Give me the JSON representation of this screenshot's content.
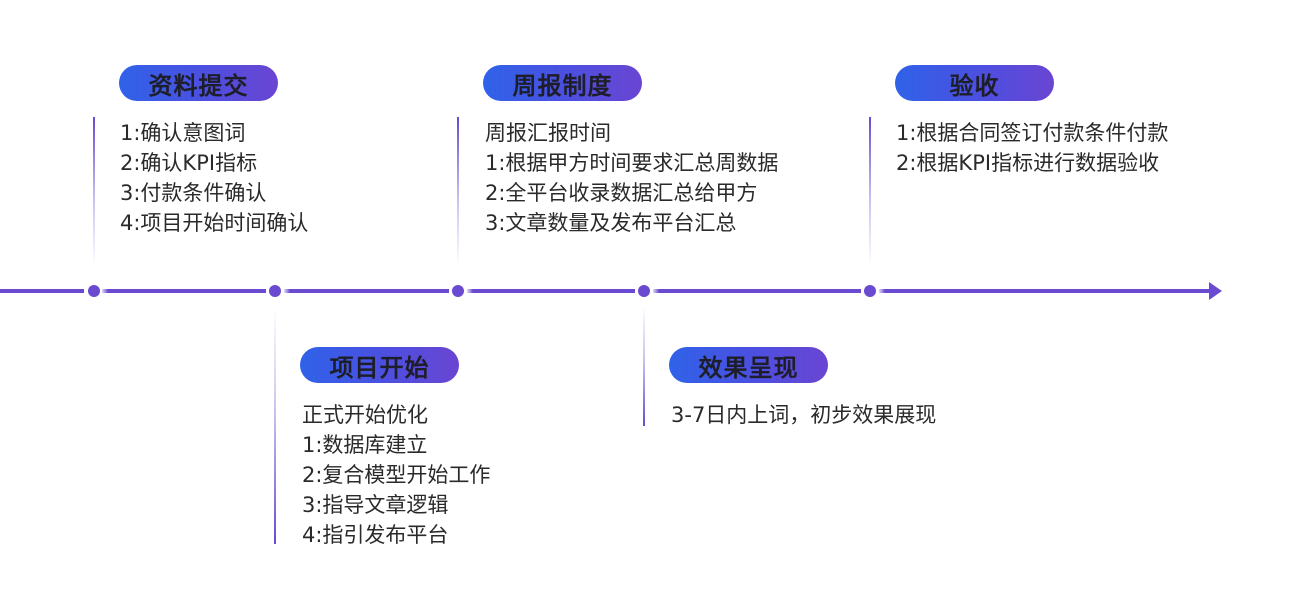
{
  "diagram": {
    "type": "timeline",
    "accent_color": "#6a4ad0",
    "pill_gradient": [
      "#2f62e8",
      "#6a45d2"
    ],
    "stages": [
      {
        "title": "资料提交",
        "position": "above",
        "lines": [
          "1:确认意图词",
          "2:确认KPI指标",
          "3:付款条件确认",
          "4:项目开始时间确认"
        ]
      },
      {
        "title": "项目开始",
        "position": "below",
        "lines": [
          "正式开始优化",
          "1:数据库建立",
          "2:复合模型开始工作",
          "3:指导文章逻辑",
          "4:指引发布平台"
        ]
      },
      {
        "title": "周报制度",
        "position": "above",
        "lines": [
          "周报汇报时间",
          "1:根据甲方时间要求汇总周数据",
          "2:全平台收录数据汇总给甲方",
          "3:文章数量及发布平台汇总"
        ]
      },
      {
        "title": "效果呈现",
        "position": "below",
        "lines": [
          "3-7日内上词，初步效果展现"
        ]
      },
      {
        "title": "验收",
        "position": "above",
        "lines": [
          "1:根据合同签订付款条件付款",
          "2:根据KPI指标进行数据验收"
        ]
      }
    ]
  }
}
